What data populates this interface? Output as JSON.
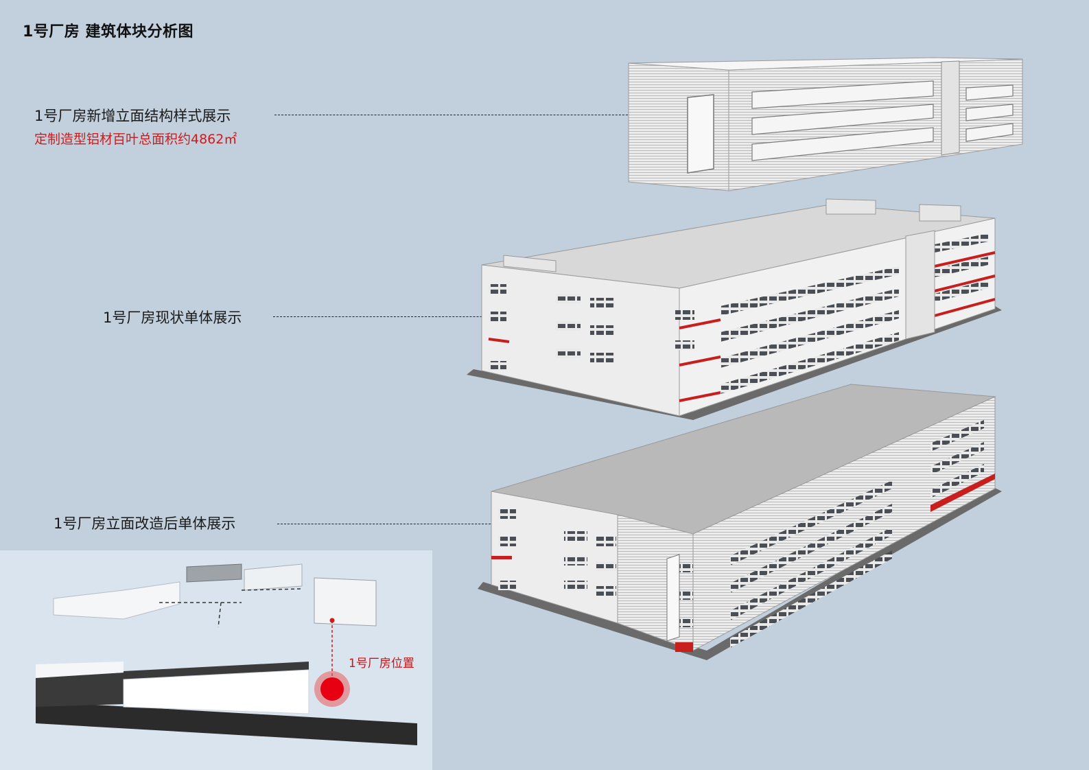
{
  "title": "1号厂房 建筑体块分析图",
  "callouts": {
    "facade_structure": {
      "label": "1号厂房新增立面结构样式展示",
      "note": "定制造型铝材百叶总面积约4862㎡"
    },
    "current_building": {
      "label": "1号厂房现状单体展示"
    },
    "renovated_building": {
      "label": "1号厂房立面改造后单体展示"
    }
  },
  "inset": {
    "location_label": "1号厂房位置"
  },
  "colors": {
    "background": "#c2d0dd",
    "inset_background": "#d9e4ee",
    "accent_red": "#d11a1a",
    "building_white": "#f2f2f2",
    "building_shadow": "#bdbdbd",
    "road_dark": "#2b2b2b"
  }
}
